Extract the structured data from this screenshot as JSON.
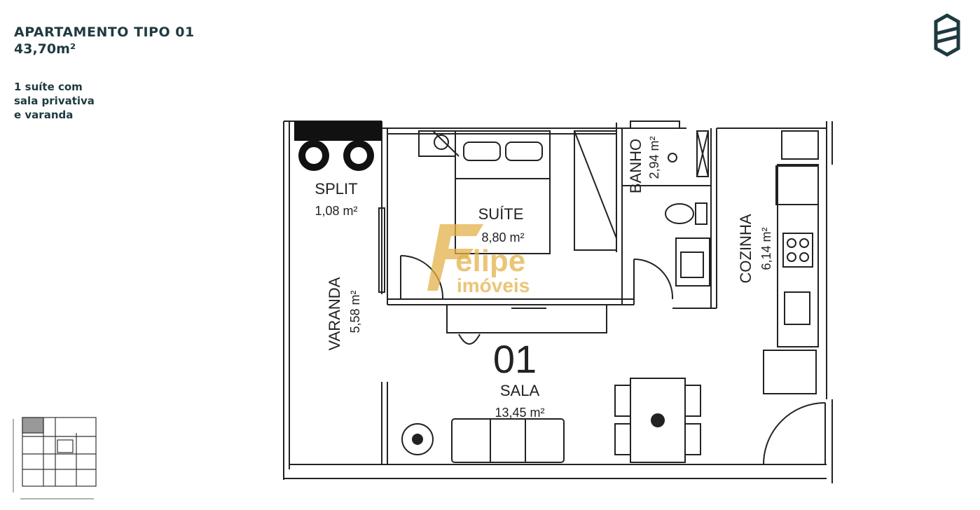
{
  "header": {
    "title": "APARTAMENTO TIPO 01",
    "total_area": "43,70m²",
    "description_lines": [
      "1 suíte com",
      "sala privativa",
      "e varanda"
    ]
  },
  "rooms": {
    "split": {
      "name": "SPLIT",
      "area": "1,08 m²"
    },
    "suite": {
      "name": "SUÍTE",
      "area": "8,80 m²"
    },
    "banho": {
      "name": "BANHO",
      "area": "2,94 m²"
    },
    "cozinha": {
      "name": "COZINHA",
      "area": "6,14 m²"
    },
    "varanda": {
      "name": "VARANDA",
      "area": "5,58 m²"
    },
    "sala": {
      "name": "SALA",
      "area": "13,45 m²"
    }
  },
  "unit_number": "01",
  "watermark": {
    "line1": "elipe",
    "line2": "imóveis"
  },
  "colors": {
    "text": "#1f3a40",
    "wall": "#222222",
    "watermark": "#e3b24a"
  }
}
